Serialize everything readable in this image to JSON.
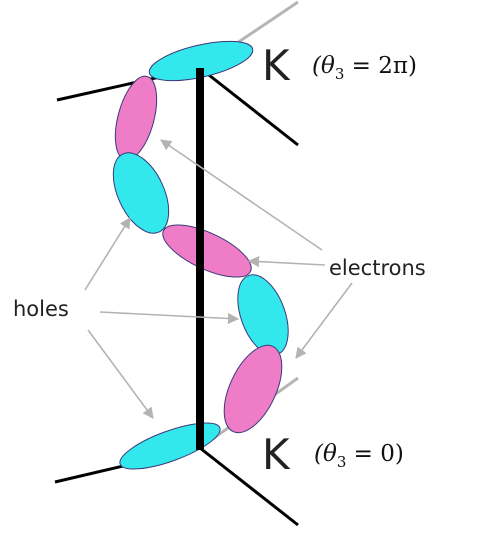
{
  "labels": {
    "top_k": "K",
    "top_theta": "(θ",
    "top_sub": "3",
    "top_eq": " = 2π)",
    "bottom_k": "K",
    "bottom_theta": "(θ",
    "bottom_sub": "3",
    "bottom_eq": " = 0)",
    "electrons": "electrons",
    "holes": "holes"
  },
  "colors": {
    "electron": "#ee7cc6",
    "hole": "#33e8ec",
    "axis": "#000000",
    "arrow": "#b3b3b3"
  }
}
